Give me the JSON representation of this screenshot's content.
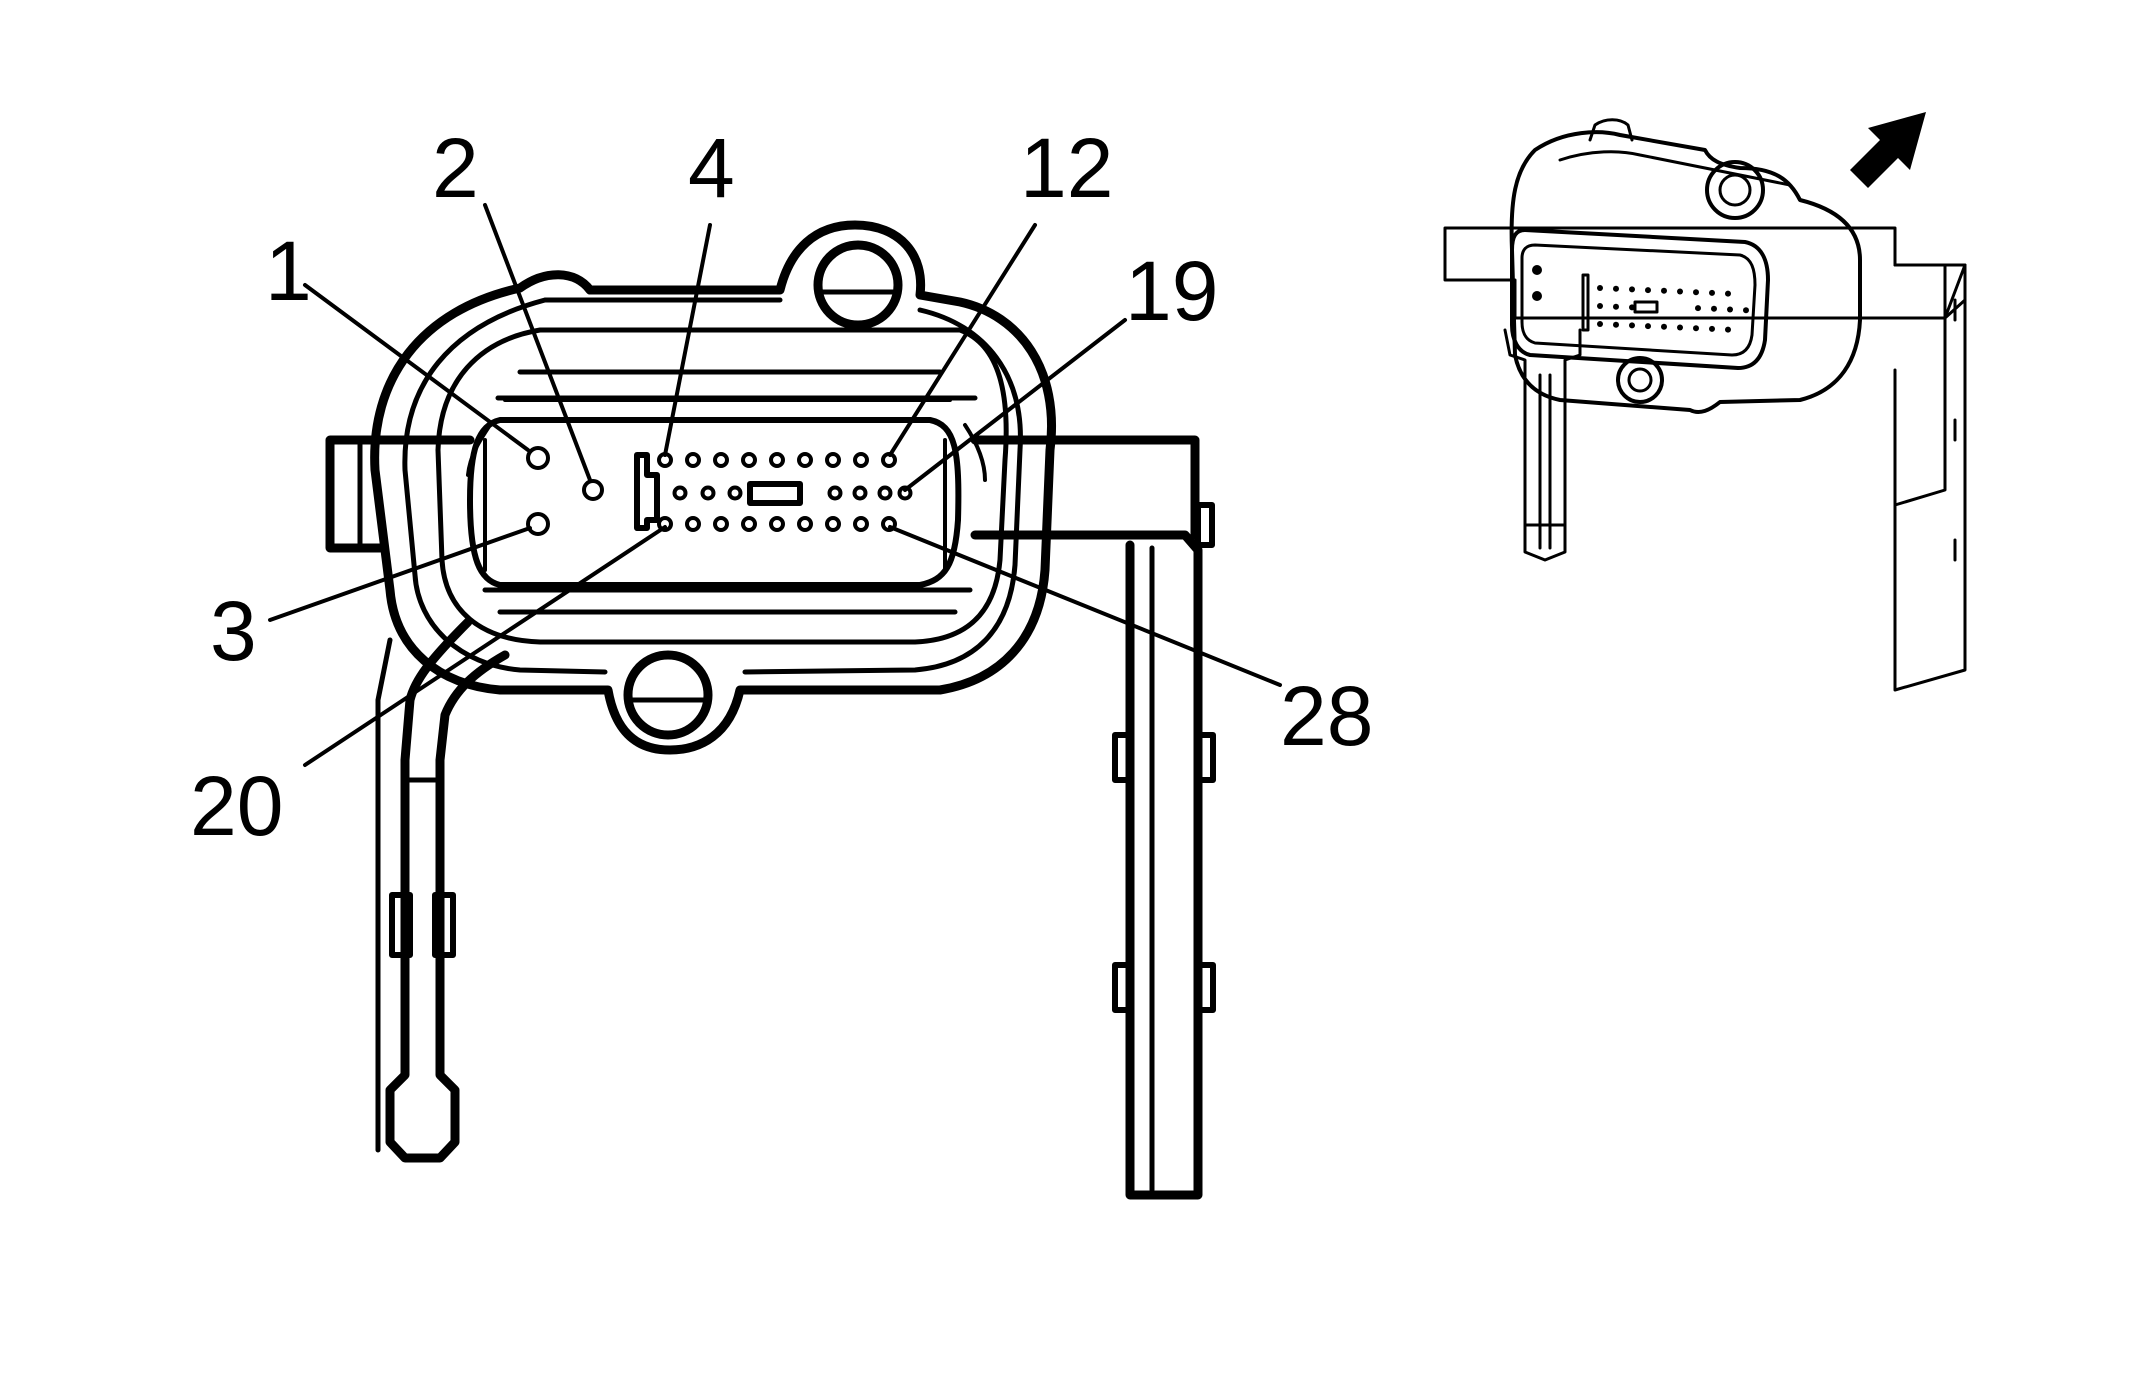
{
  "diagram": {
    "type": "connector-end-view",
    "pin_count": 28,
    "callouts": [
      {
        "id": "1",
        "label": "1"
      },
      {
        "id": "2",
        "label": "2"
      },
      {
        "id": "3",
        "label": "3"
      },
      {
        "id": "4",
        "label": "4"
      },
      {
        "id": "12",
        "label": "12"
      },
      {
        "id": "19",
        "label": "19"
      },
      {
        "id": "20",
        "label": "20"
      },
      {
        "id": "28",
        "label": "28"
      }
    ],
    "colors": {
      "line": "#000000",
      "fill": "#ffffff",
      "background": "#ffffff"
    },
    "inset": {
      "arrow": "arrow-up-right-icon"
    }
  }
}
